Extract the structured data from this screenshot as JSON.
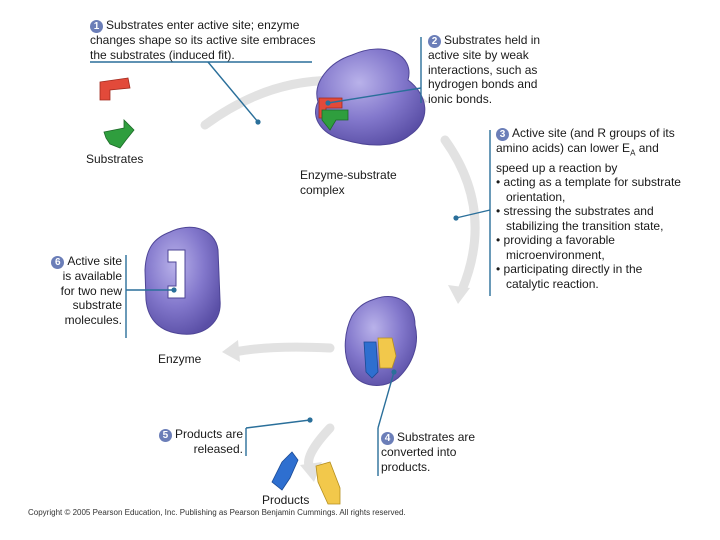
{
  "steps": {
    "s1": {
      "num": "1",
      "text": "Substrates enter active site; enzyme changes shape so its active site embraces the substrates (induced fit)."
    },
    "s2": {
      "num": "2",
      "text": "Substrates held in active site by weak interactions, such as hydrogen bonds and ionic bonds."
    },
    "s3": {
      "num": "3",
      "intro": "Active site (and R groups of its amino acids) can lower E",
      "intro_sub": "A",
      "intro_tail": "and speed up a reaction by",
      "bullets": [
        "acting as a template for substrate orientation,",
        "stressing the substrates and stabilizing the transition state,",
        "providing a favorable microenvironment,",
        "participating directly in the catalytic reaction."
      ]
    },
    "s4": {
      "num": "4",
      "text": "Substrates are converted into products."
    },
    "s5": {
      "num": "5",
      "text": "Products are released."
    },
    "s6": {
      "num": "6",
      "text": "Active site is available for two new substrate molecules."
    }
  },
  "labels": {
    "substrates": "Substrates",
    "complex": "Enzyme-substrate complex",
    "enzyme": "Enzyme",
    "products": "Products"
  },
  "copyright": "Copyright © 2005 Pearson Education, Inc. Publishing as Pearson Benjamin Cummings. All rights reserved.",
  "colors": {
    "enzyme": "#7e74c6",
    "cycle_arrow": "#e3e3e3",
    "callout_line": "#2a6f9a",
    "substrate_red": "#e24a3a",
    "substrate_green": "#2f9e3e",
    "product_blue": "#2e6fd0",
    "product_yellow": "#f2c84b"
  }
}
